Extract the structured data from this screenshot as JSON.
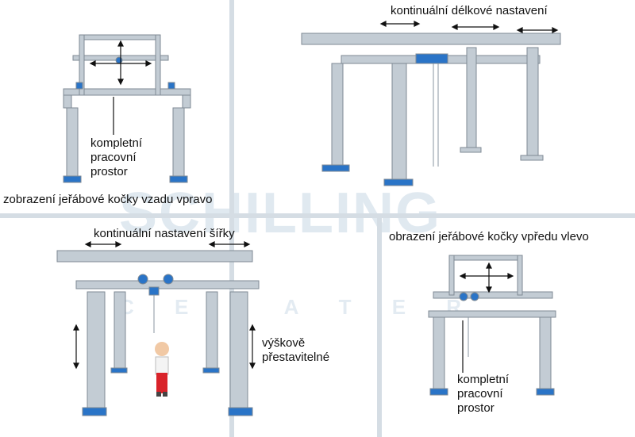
{
  "watermark": {
    "brand": "SCHILLING",
    "subtitle": "C E R A T E R"
  },
  "captions": {
    "top_left": [
      "kompletní",
      "pracovní",
      "prostor"
    ],
    "top_left_title": "zobrazení jeřábové kočky vzadu vpravo",
    "top_right_title": "kontinuální délkové nastavení",
    "bottom_left_title": "kontinuální nastavení šířky",
    "bottom_left_height": [
      "výškově",
      "přestavitelné"
    ],
    "bottom_right_title": "obrazení jeřábové kočky vpředu vlevo",
    "bottom_right": [
      "kompletní",
      "pracovní",
      "prostor"
    ]
  },
  "colors": {
    "frame": "#b9c2ca",
    "frame_dark": "#7f8a94",
    "accent": "#2a74c7",
    "grid": "#c9d2da"
  }
}
